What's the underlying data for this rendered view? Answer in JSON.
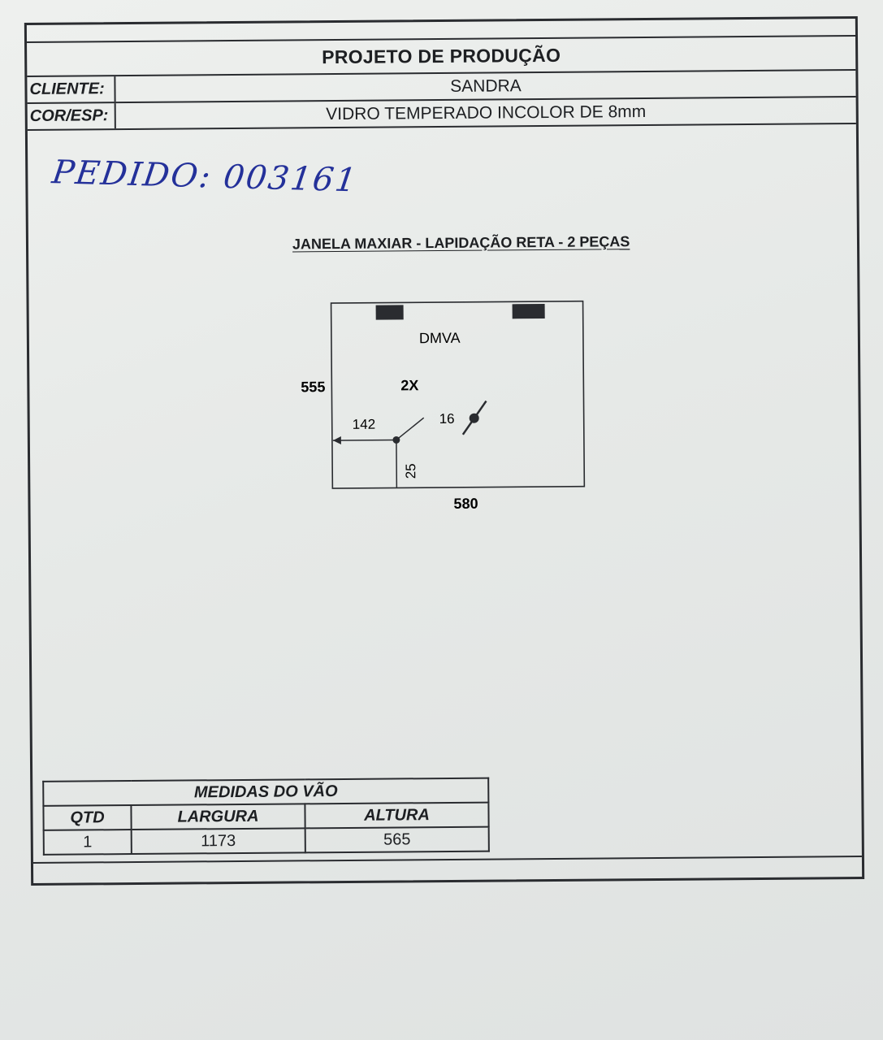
{
  "header": {
    "title": "PROJETO DE PRODUÇÃO",
    "cliente_label": "CLIENTE:",
    "cliente_value": "SANDRA",
    "cor_label": "COR/ESP:",
    "cor_value": "VIDRO TEMPERADO INCOLOR DE 8mm"
  },
  "pedido": "PEDIDO: 003161",
  "subtitle": "JANELA MAXIAR - LAPIDAÇÃO RETA - 2 PEÇAS",
  "drawing": {
    "label_center": "DMVA",
    "multiplier": "2X",
    "height": "555",
    "width": "580",
    "offset_left": "142",
    "offset_bottom": "25",
    "hole": "16"
  },
  "medidas": {
    "title": "MEDIDAS DO VÃO",
    "headers": [
      "QTD",
      "LARGURA",
      "ALTURA"
    ],
    "rows": [
      [
        "1",
        "1173",
        "565"
      ]
    ]
  }
}
